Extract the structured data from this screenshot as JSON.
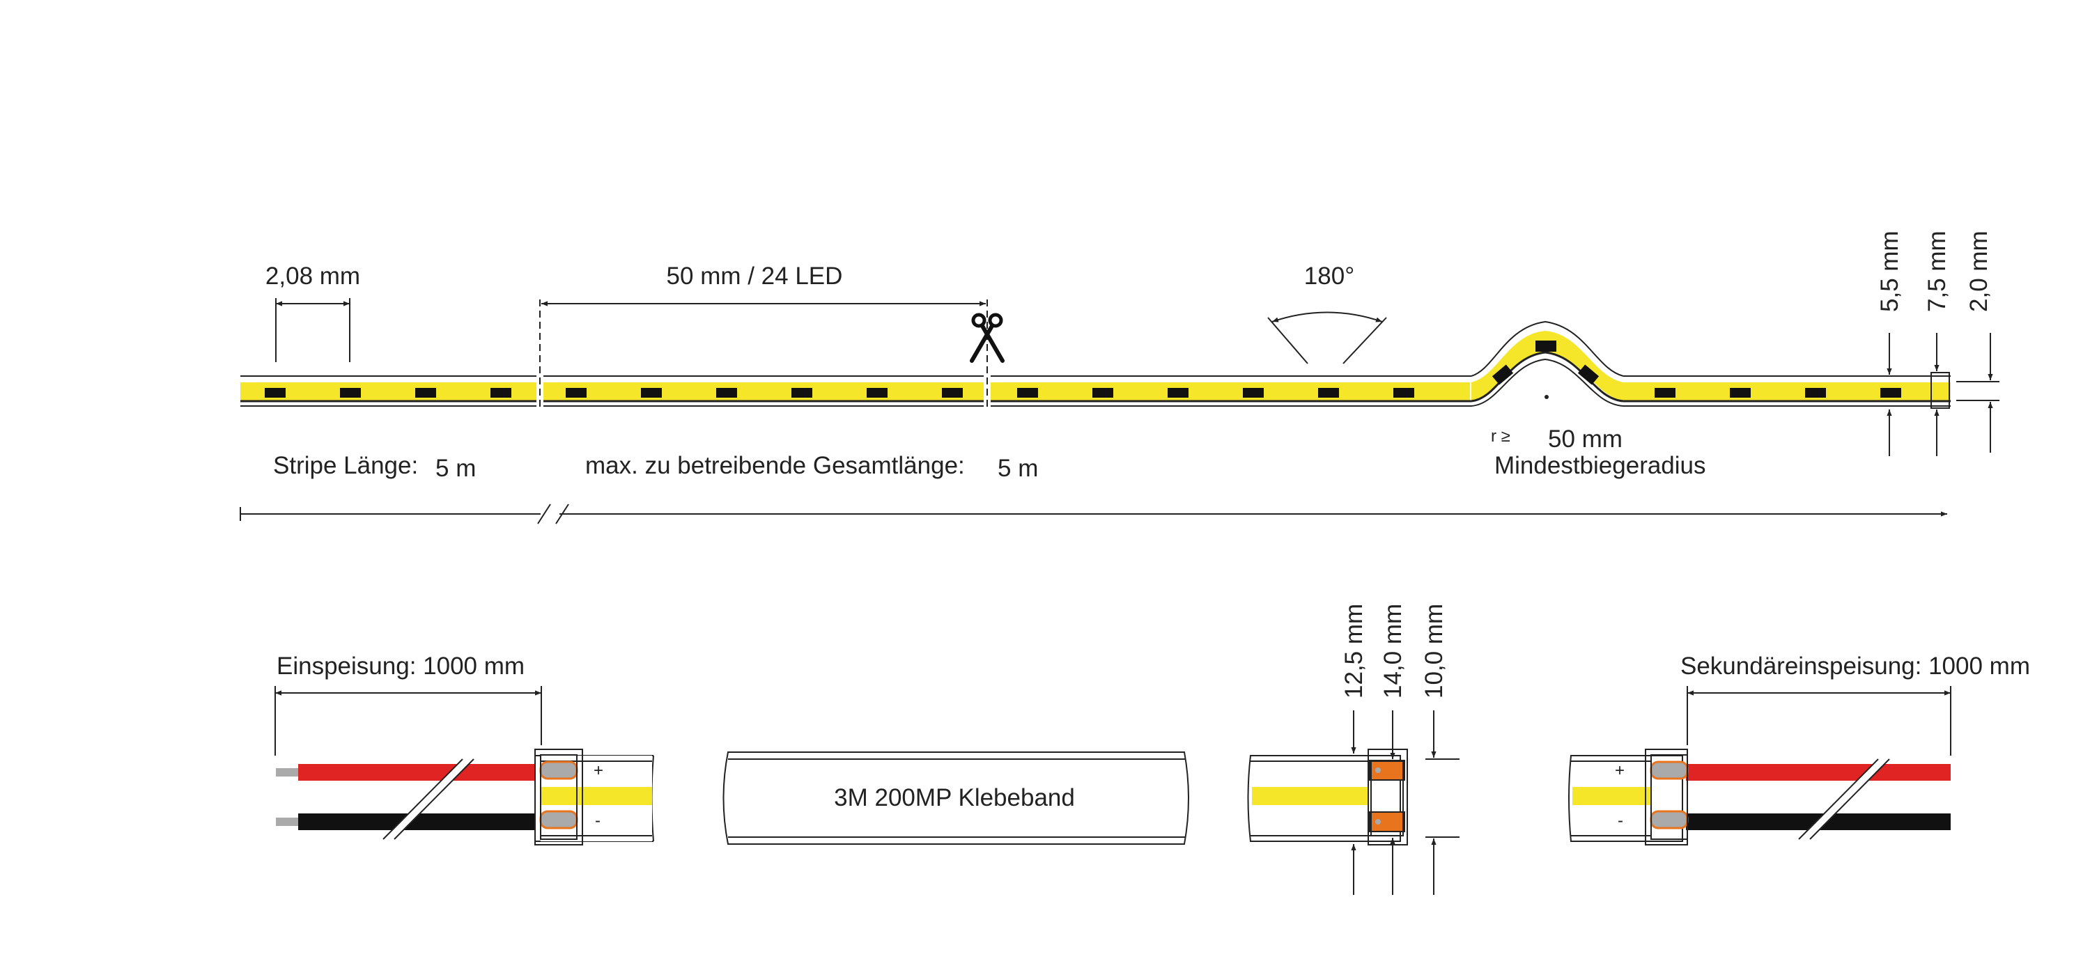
{
  "dimensions": {
    "led_pitch": "2,08 mm",
    "segment": "50 mm / 24 LED",
    "bend_angle": "180°",
    "width_5_5": "5,5 mm",
    "width_7_5": "7,5 mm",
    "height_2_0": "2,0 mm",
    "width_12_5": "12,5 mm",
    "width_14_0": "14,0 mm",
    "width_10_0": "10,0 mm"
  },
  "labels": {
    "stripe_length_label": "Stripe Länge:",
    "stripe_length_value": "5 m",
    "max_total_label": "max. zu betreibende Gesamtlänge:",
    "max_total_value": "5 m",
    "radius_symbol": "r ≥",
    "radius_value": "50 mm",
    "radius_caption": "Mindestbiegeradius",
    "feed": "Einspeisung: 1000 mm",
    "secondary_feed": "Sekundäreinspeisung: 1000 mm",
    "adhesive": "3M 200MP Klebeband",
    "plus": "+",
    "minus": "-"
  },
  "icons": {
    "cut_mark": "scissors-icon"
  },
  "colors": {
    "led_yellow": "#f5e62a",
    "wire_red": "#e02424",
    "wire_black": "#111111",
    "pad_orange": "#e8741e",
    "pad_grey": "#aaaaaa",
    "outline": "#222222"
  }
}
